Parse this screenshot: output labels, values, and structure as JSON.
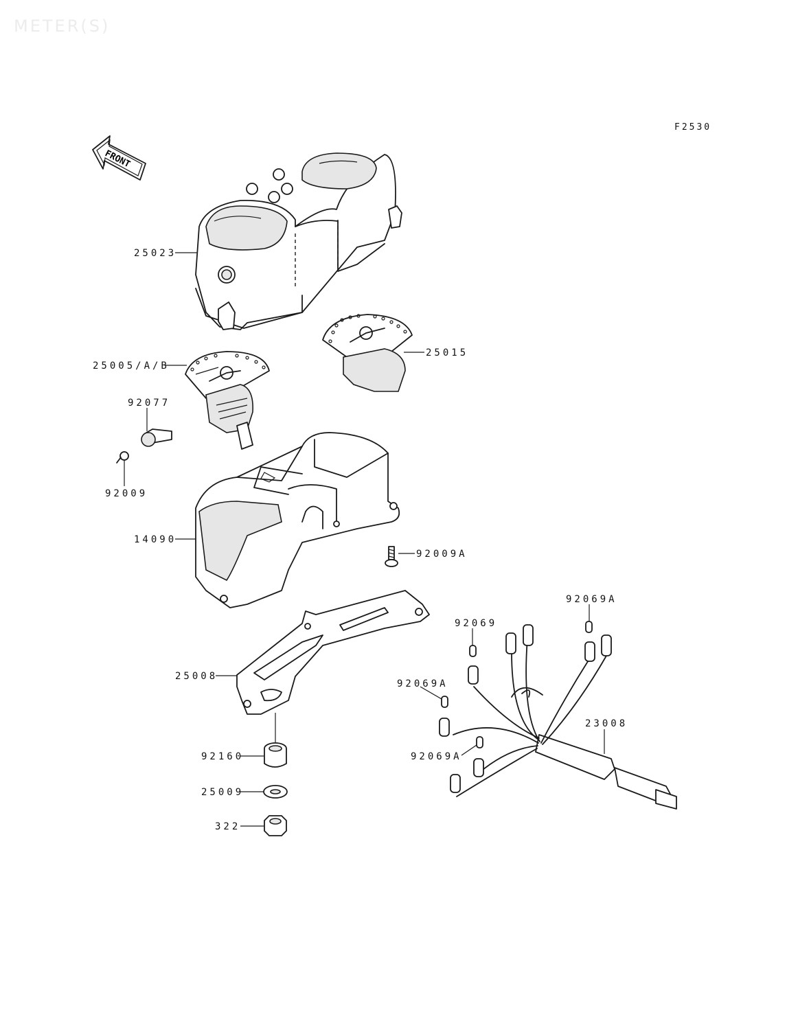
{
  "watermark": "METER(S)",
  "figure_code": "F2530",
  "front_arrow_label": "FRONT",
  "callouts": {
    "c25023": "25023",
    "c25015": "25015",
    "c25005": "25005/A/B",
    "c92077": "92077",
    "c92009": "92009",
    "c14090": "14090",
    "c92009a": "92009A",
    "c92069a_top": "92069A",
    "c92069": "92069",
    "c25008": "25008",
    "c92069a_mid": "92069A",
    "c23008": "23008",
    "c92160": "92160",
    "c92069a_low": "92069A",
    "c25009": "25009",
    "c322": "322"
  }
}
